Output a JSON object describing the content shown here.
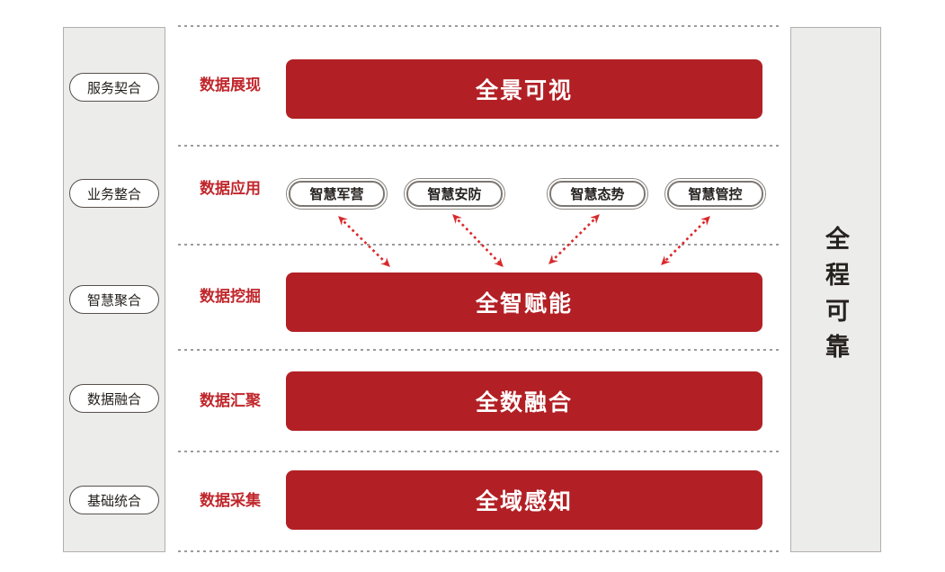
{
  "colors": {
    "bar_red": "#B22025",
    "label_red": "#C0272C",
    "arrow_red": "#D8292B",
    "panel_gray": "#ECECEA"
  },
  "left_sidebar": {
    "items": [
      {
        "label": "服务契合"
      },
      {
        "label": "业务整合"
      },
      {
        "label": "智慧聚合"
      },
      {
        "label": "数据融合"
      },
      {
        "label": "基础统合"
      }
    ]
  },
  "right_sidebar": {
    "label": "全程可靠"
  },
  "rows": [
    {
      "label": "数据展现",
      "bar": "全景可视"
    },
    {
      "label": "数据应用",
      "pills": [
        "智慧军营",
        "智慧安防",
        "智慧态势",
        "智慧管控"
      ]
    },
    {
      "label": "数据挖掘",
      "bar": "全智赋能"
    },
    {
      "label": "数据汇聚",
      "bar": "全数融合"
    },
    {
      "label": "数据采集",
      "bar": "全域感知"
    }
  ],
  "arrows": [
    {
      "from": "智慧军营",
      "to": "全智赋能",
      "bidirectional": true
    },
    {
      "from": "智慧安防",
      "to": "全智赋能",
      "bidirectional": true
    },
    {
      "from": "智慧态势",
      "to": "全智赋能",
      "bidirectional": true
    },
    {
      "from": "智慧管控",
      "to": "全智赋能",
      "bidirectional": true
    }
  ]
}
